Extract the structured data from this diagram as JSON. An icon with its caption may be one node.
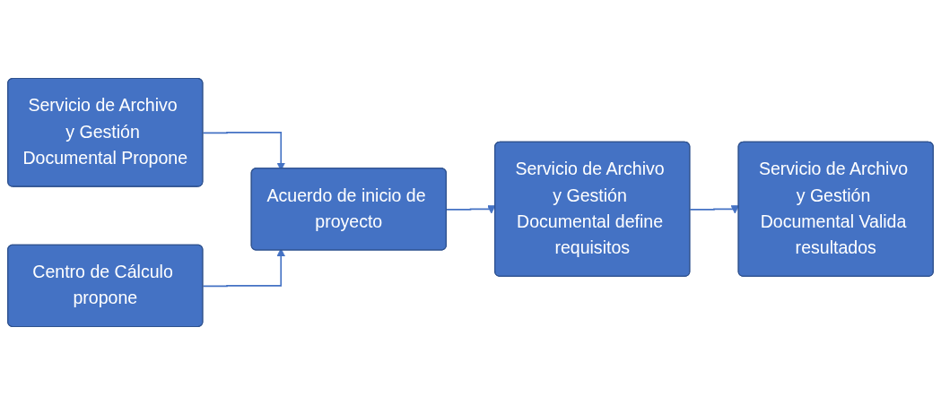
{
  "diagram": {
    "nodes": [
      {
        "text": [
          "Servicio de Archivo y Gestión Documental Propone"
        ]
      },
      {
        "text": [
          "Acuerdo de inicio de proyecto"
        ]
      },
      {
        "text": [
          "Servicio de Archivo y Gestión Documental define requisitos"
        ]
      },
      {
        "text": [
          "Servicio de Archivo y Gestión Documental Valida resultados"
        ]
      },
      {
        "text": [
          "Centro de Cálculo propone"
        ]
      }
    ],
    "edges": [
      {
        "from": 0,
        "to": 1,
        "arrow": "to"
      },
      {
        "from": 4,
        "to": 1,
        "arrow": "to"
      },
      {
        "from": 1,
        "to": 2,
        "arrow": "to"
      },
      {
        "from": 2,
        "to": 3,
        "arrow": "to"
      }
    ]
  }
}
